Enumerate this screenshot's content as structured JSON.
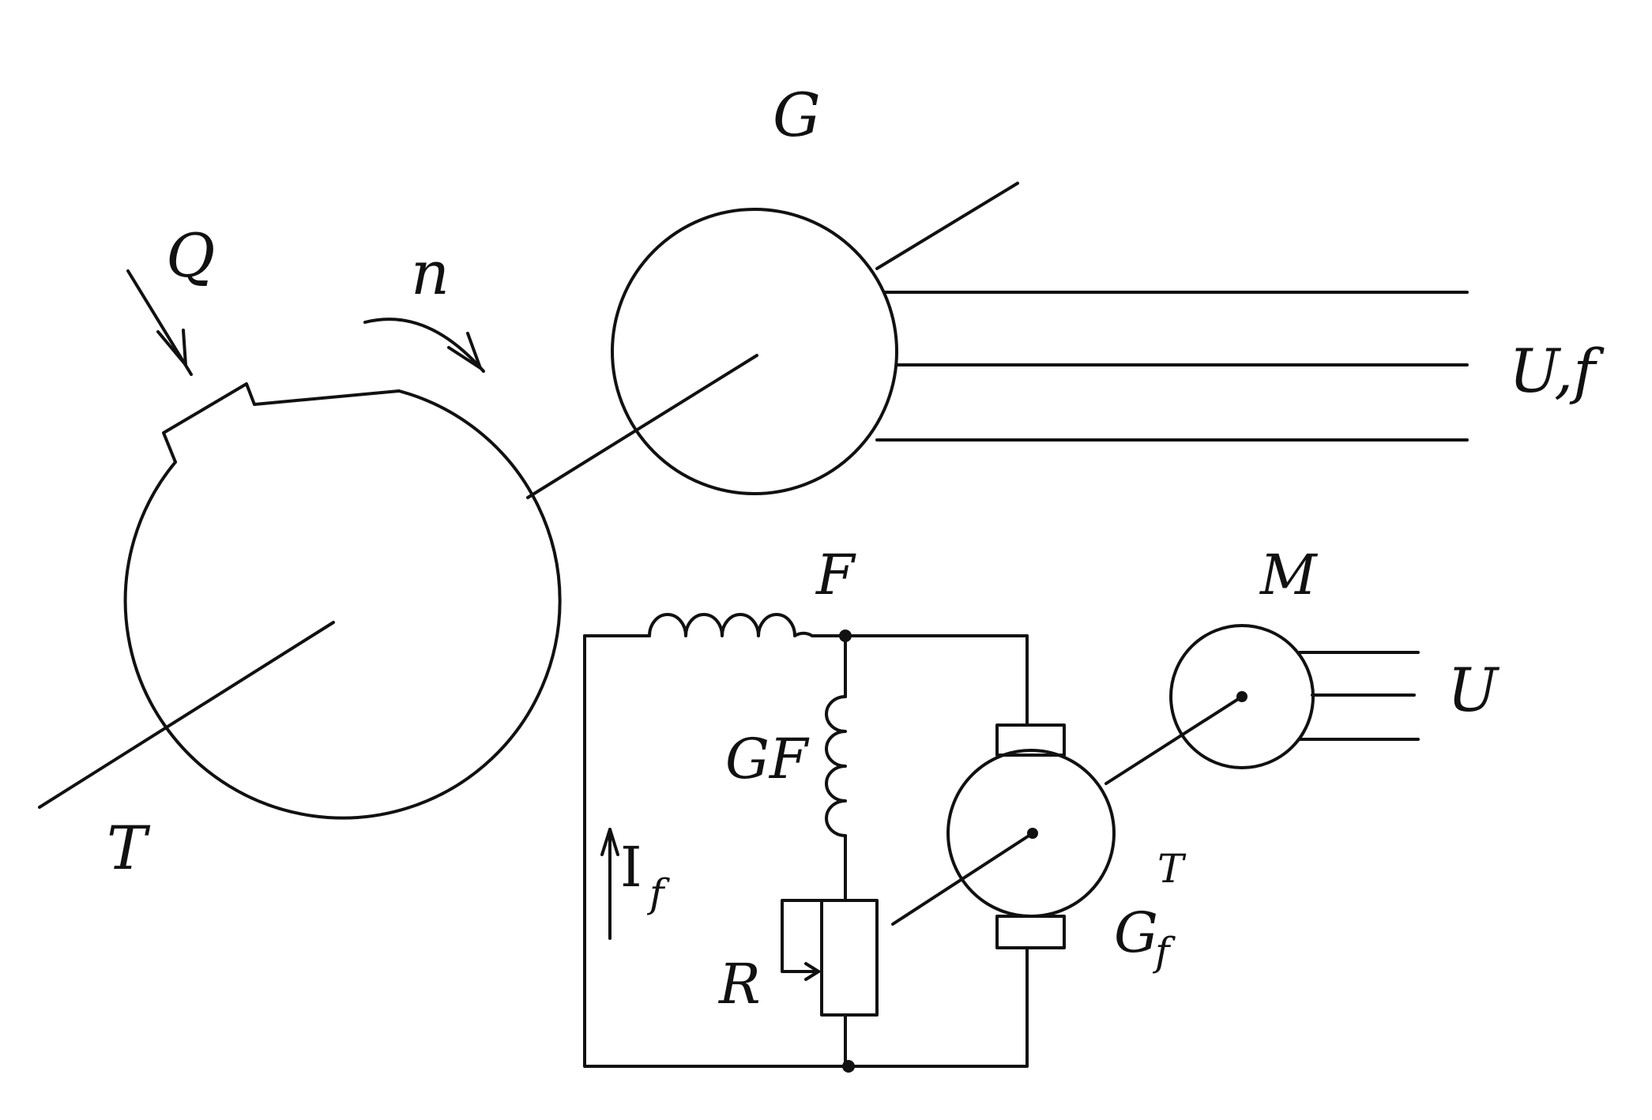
{
  "labels": {
    "turbine": "T",
    "heat_input": "Q",
    "speed": "n",
    "generator": "G",
    "generator_output": "U,f",
    "field_winding": "F",
    "exciter_field": "GF",
    "rheostat": "R",
    "field_current": "I",
    "field_current_sub": "f",
    "exciter": "G",
    "exciter_sup": "T",
    "exciter_sub": "f",
    "motor": "M",
    "motor_output": "U"
  }
}
